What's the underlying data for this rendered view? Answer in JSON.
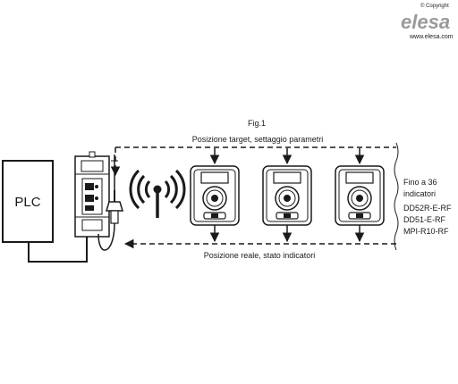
{
  "logo": {
    "copyright": "© Copyright",
    "brand": "elesa",
    "url": "www.elesa.com"
  },
  "diagram": {
    "figure_label": "Fig.1",
    "top_label": "Posizione target, settaggio parametri",
    "bottom_label": "Posizione reale, stato indicatori",
    "plc_label": "PLC",
    "side_note": [
      "Fino a 36",
      "indicatori",
      "DD52R-E-RF",
      "DD51-E-RF",
      "MPI-R10-RF"
    ]
  },
  "colors": {
    "line": "#1a1a1a",
    "logo_gray": "#9a9a9a"
  }
}
